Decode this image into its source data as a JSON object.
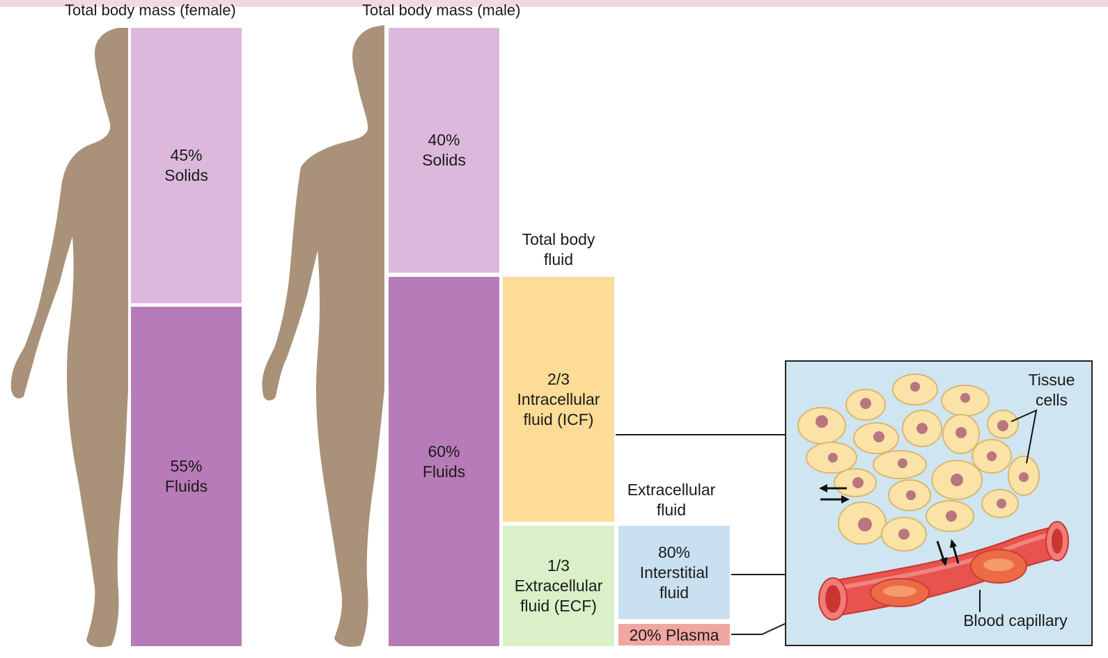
{
  "headings": {
    "female": "Total body mass (female)",
    "male": "Total body mass (male)"
  },
  "female": {
    "solids_label": "45%\nSolids",
    "fluids_label": "55%\nFluids"
  },
  "male": {
    "solids_label": "40%\nSolids",
    "fluids_label": "60%\nFluids"
  },
  "total_body_fluid": {
    "title": "Total body\nfluid",
    "icf_label": "2/3\nIntracellular\nfluid (ICF)",
    "ecf_label": "1/3\nExtracellular\nfluid (ECF)"
  },
  "extracellular_fluid": {
    "title": "Extracellular\nfluid",
    "interstitial_label": "80%\nInterstitial\nfluid",
    "plasma_label": "20% Plasma"
  },
  "inset": {
    "tissue_cells_label": "Tissue\ncells",
    "capillary_label": "Blood capillary"
  },
  "colors": {
    "solids": "#dcb9dc",
    "fluids": "#b87bb9",
    "icf": "#fcdc96",
    "ecf": "#d9f0c8",
    "interstitial": "#c8e0f0",
    "plasma": "#f1a7a1",
    "silhouette": "#a99279",
    "inset_bg": "#cfe5f1",
    "cell": "#fbe2a6",
    "nucleus": "#b8767f",
    "capillary": "#e8534e"
  }
}
